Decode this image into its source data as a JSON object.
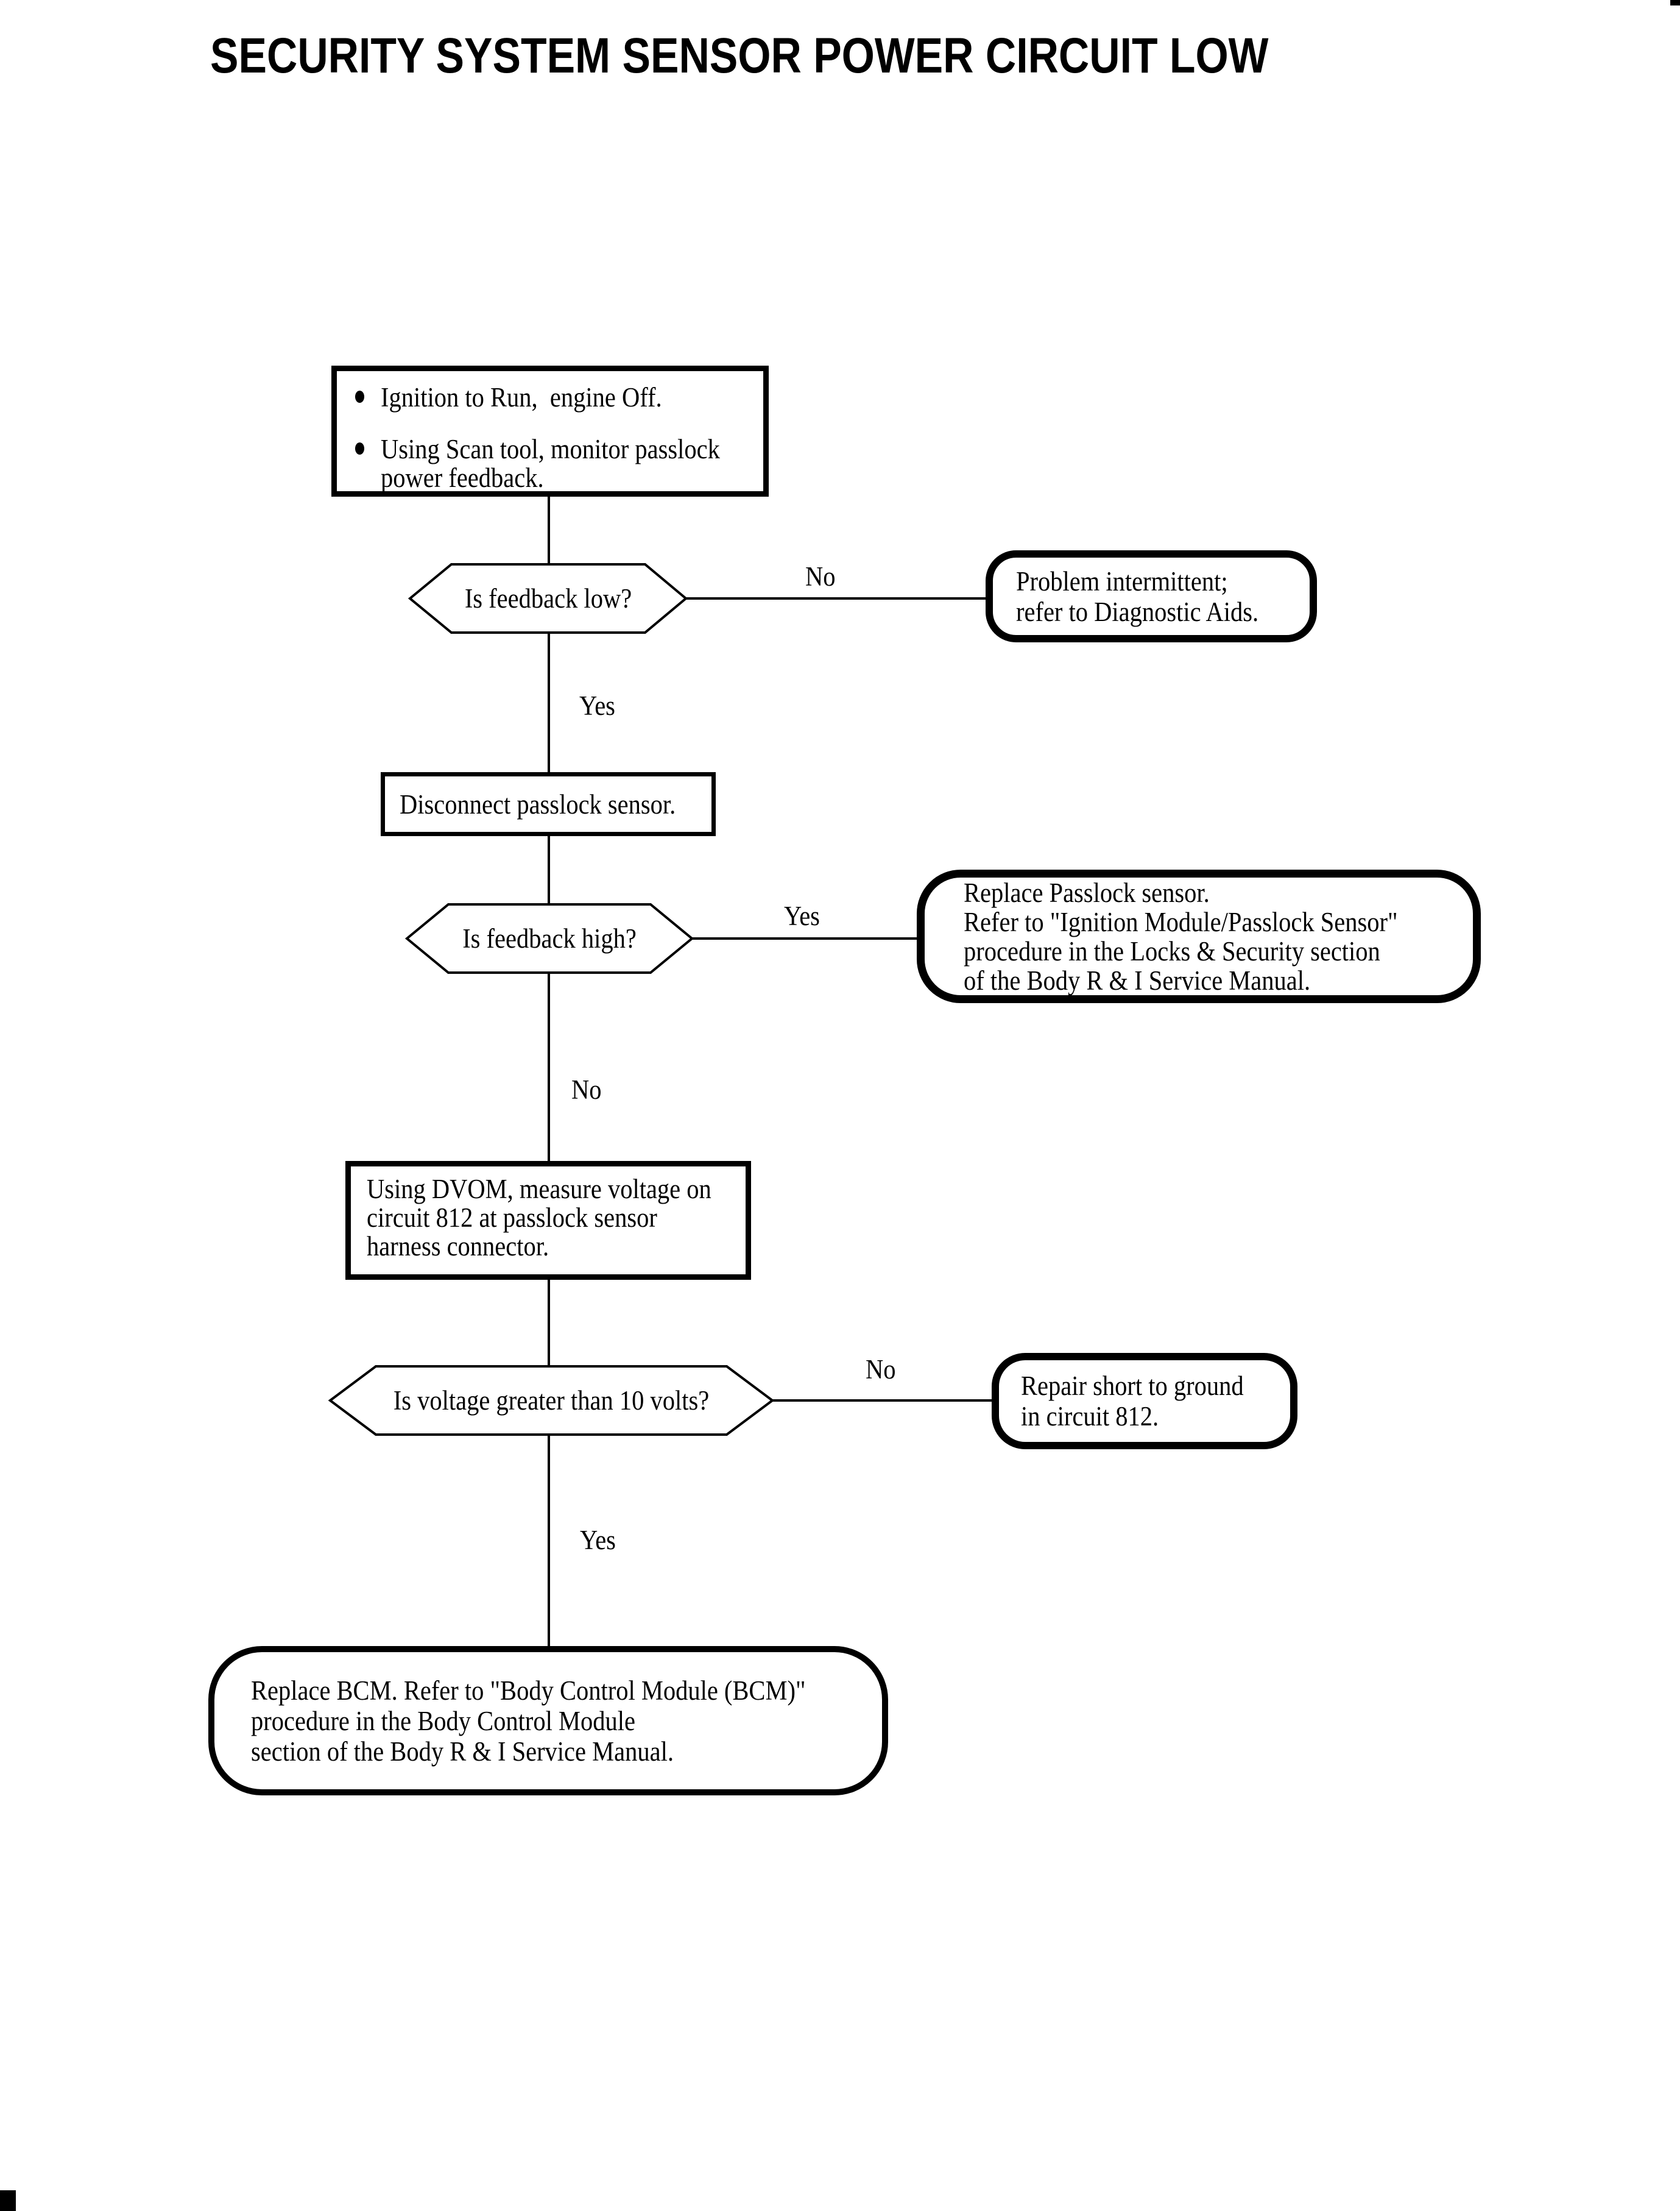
{
  "title": "SECURITY SYSTEM SENSOR POWER CIRCUIT LOW",
  "colors": {
    "ink": "#000000",
    "paper": "#ffffff"
  },
  "flowchart": {
    "start": {
      "bullets": [
        "Ignition to Run,  engine Off.",
        "Using Scan tool, monitor passlock power feedback."
      ]
    },
    "decision1": {
      "question": "Is feedback low?",
      "no_label": "No",
      "yes_label": "Yes"
    },
    "terminal1": {
      "lines": [
        "Problem intermittent;",
        "refer to Diagnostic Aids."
      ]
    },
    "action1": {
      "text": "Disconnect passlock sensor."
    },
    "decision2": {
      "question": "Is feedback high?",
      "yes_label": "Yes",
      "no_label": "No"
    },
    "terminal2": {
      "lines": [
        "Replace Passlock sensor.",
        "Refer to \"Ignition Module/Passlock Sensor\"",
        "procedure in the Locks & Security section",
        "of the Body R & I Service Manual."
      ]
    },
    "action2": {
      "lines": [
        "Using DVOM, measure voltage on",
        "circuit 812 at passlock sensor",
        "harness connector."
      ]
    },
    "decision3": {
      "question": "Is voltage greater than 10 volts?",
      "no_label": "No",
      "yes_label": "Yes"
    },
    "terminal3": {
      "lines": [
        "Repair short to ground",
        "in circuit 812."
      ]
    },
    "terminal4": {
      "lines": [
        "Replace BCM. Refer to \"Body Control Module (BCM)\"",
        "procedure in the Body Control Module",
        "section of the Body R & I Service Manual."
      ]
    }
  }
}
